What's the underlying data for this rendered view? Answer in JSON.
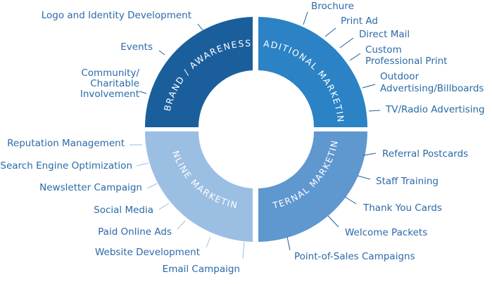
{
  "diagram": {
    "quadrants": [
      {
        "id": "brand",
        "label": "BRAND / AWARENESS",
        "color": "#1b5e9c"
      },
      {
        "id": "traditional",
        "label": "TRADITIONAL MARKETING",
        "color": "#2b82c4"
      },
      {
        "id": "online",
        "label": "ONLINE MARKETING",
        "color": "#9bbfe3"
      },
      {
        "id": "internal",
        "label": "INTERNAL MARKETING",
        "color": "#5f97cf"
      }
    ],
    "brand_items": [
      "Logo and Identity Development",
      "Events",
      "Community/",
      "Charitable",
      "Involvement"
    ],
    "traditional_items": [
      "Brochure",
      "Print Ad",
      "Direct Mail",
      "Custom",
      "Professional Print",
      "Outdoor",
      "Advertising/Billboards",
      "TV/Radio Advertising"
    ],
    "online_items": [
      "Reputation Management",
      "Search Engine Optimization",
      "Newsletter Campaign",
      "Social Media",
      "Paid Online Ads",
      "Website Development",
      "Email Campaign"
    ],
    "internal_items": [
      "Referral Postcards",
      "Staff Training",
      "Thank You Cards",
      "Welcome Packets",
      "Point-of-Sales Campaigns"
    ],
    "label_color": "#2a6aa8",
    "leader_dark": "#1b5e9c",
    "leader_light": "#9bbfe3"
  }
}
